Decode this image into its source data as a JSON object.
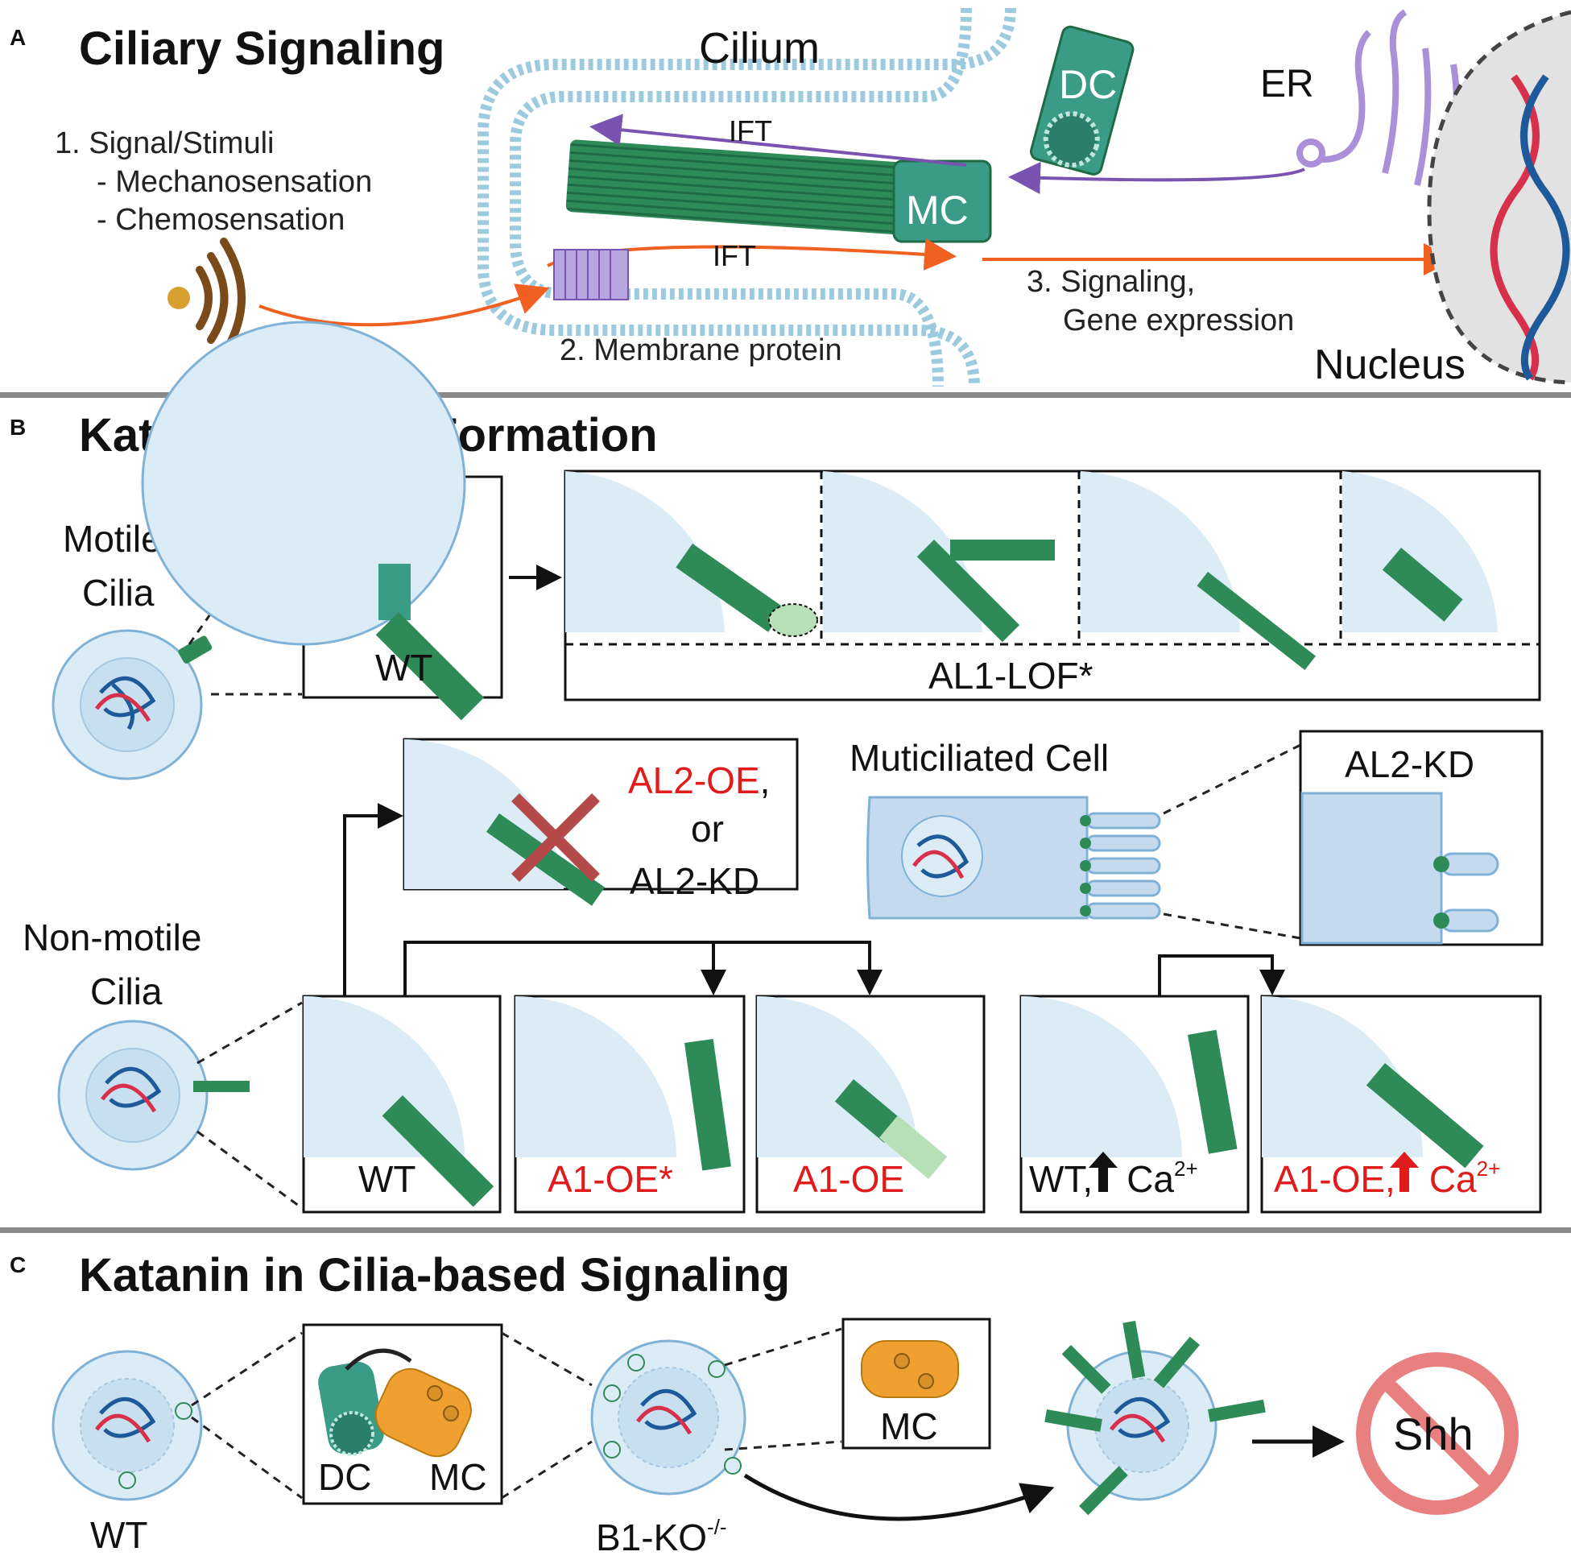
{
  "panelA": {
    "letter": "A",
    "title": "Ciliary Signaling",
    "cilium": "Cilium",
    "step1_title": "1. Signal/Stimuli",
    "step1_item1": "- Mechanosensation",
    "step1_item2": "- Chemosensation",
    "step2": "2. Membrane protein",
    "step3_line1": "3. Signaling,",
    "step3_line2": "Gene expression",
    "ift_top": "IFT",
    "ift_bottom": "IFT",
    "mc": "MC",
    "dc": "DC",
    "er": "ER",
    "nucleus": "Nucleus"
  },
  "panelB": {
    "letter": "B",
    "title": "Katanin in Cilia Formation",
    "motile_line1": "Motile",
    "motile_line2": "Cilia",
    "nonmotile_line1": "Non-motile",
    "nonmotile_line2": "Cilia",
    "wt_top": "WT",
    "al1_lof": "AL1-LOF*",
    "al2_oe": "AL2-OE",
    "al2_comma": ",",
    "al2_or": "or",
    "al2_kd_box": "AL2-KD",
    "multiciliated": "Muticiliated Cell",
    "al2_kd_right": "AL2-KD",
    "wt_bottom": "WT",
    "a1_oe_star": "A1-OE*",
    "a1_oe": "A1-OE",
    "wt_ca": "WT,",
    "a1_oe_ca": "A1-OE,",
    "ca": "Ca",
    "ca_sup": "2+"
  },
  "panelC": {
    "letter": "C",
    "title": "Katanin in Cilia-based Signaling",
    "wt": "WT",
    "dc": "DC",
    "mc": "MC",
    "b1_ko": "B1-KO",
    "b1_ko_sup": "-/-",
    "mc_right": "MC",
    "shh": "Shh"
  },
  "colors": {
    "cilia_green": "#2e8b57",
    "dark_green": "#1f6b45",
    "teal": "#3a9b86",
    "membrane_blue": "#9ccbe0",
    "cell_fill": "#dcecf7",
    "cell_stroke": "#7fb2d6",
    "arrow_purple": "#7a52b0",
    "arrow_orange": "#f06020",
    "red_text": "#e01b1b",
    "dna_red": "#d7304a",
    "dna_blue": "#1e5a9a",
    "mother_orange": "#f0a030",
    "forbid_red": "#e88080"
  }
}
